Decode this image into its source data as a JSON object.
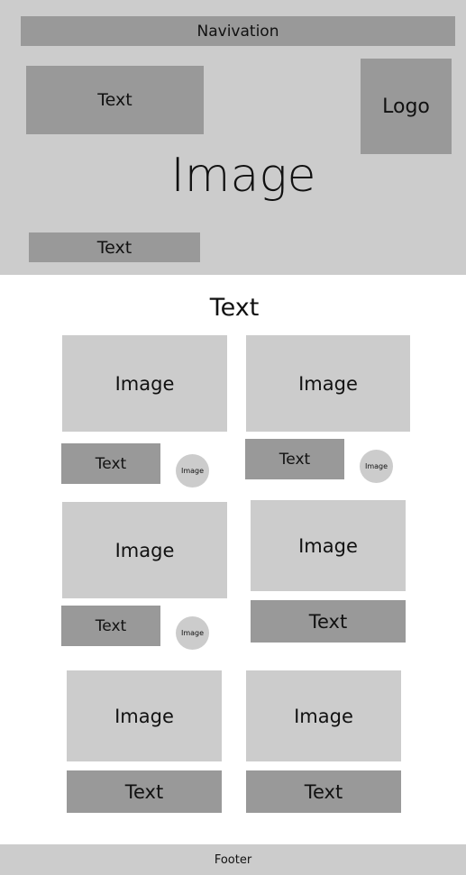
{
  "hero": {
    "navigation": "Navivation",
    "text_top": "Text",
    "logo": "Logo",
    "image": "Image",
    "text_bottom": "Text"
  },
  "section": {
    "title": "Text"
  },
  "cards": [
    {
      "image": "Image",
      "text": "Text",
      "thumb": "Image"
    },
    {
      "image": "Image",
      "text": "Text",
      "thumb": "Image"
    },
    {
      "image": "Image",
      "text": "Text",
      "thumb": "Image"
    },
    {
      "image": "Image",
      "text": "Text"
    },
    {
      "image": "Image",
      "text": "Text"
    },
    {
      "image": "Image",
      "text": "Text"
    }
  ],
  "footer": {
    "label": "Footer"
  }
}
